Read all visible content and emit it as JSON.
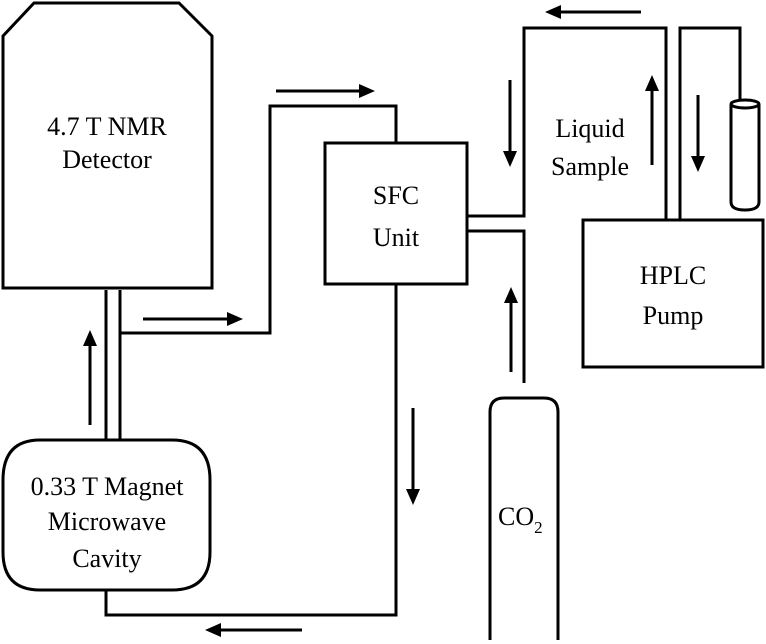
{
  "labels": {
    "nmr_line1": "4.7 T NMR",
    "nmr_line2": "Detector",
    "sfc_line1": "SFC",
    "sfc_line2": "Unit",
    "hplc_line1": "HPLC",
    "hplc_line2": "Pump",
    "magnet_line1": "0.33 T Magnet",
    "magnet_line2": "Microwave",
    "magnet_line3": "Cavity",
    "co2_main": "CO",
    "co2_sub": "2",
    "liquid_line1": "Liquid",
    "liquid_line2": "Sample"
  },
  "colors": {
    "stroke": "#000000",
    "background": "#ffffff"
  }
}
